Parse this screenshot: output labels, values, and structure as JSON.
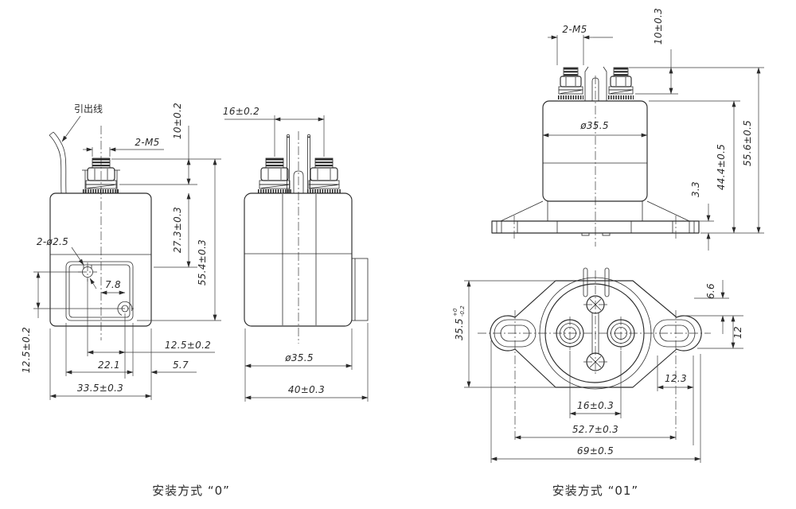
{
  "captions": {
    "left": "安装方式 “0”",
    "right": "安装方式 “01”"
  },
  "views": {
    "front0": {
      "labels": {
        "lead_wire": "引出线",
        "thread": "2-M5",
        "stud_height": "10±0.2",
        "upper_body_height": "27.3±0.3",
        "total_height": "55.4±0.3",
        "mount_holes": "2-ø2.5",
        "hole_offset": "7.8",
        "hole_spacing_v": "12.5±0.2",
        "hole_spacing_h": "12.5±0.2",
        "plate_width": "22.1",
        "edge_offset": "5.7",
        "body_width": "33.5±0.3"
      }
    },
    "side0": {
      "labels": {
        "terminal_spacing": "16±0.2",
        "body_dia": "ø35.5",
        "body_depth": "40±0.3"
      }
    },
    "side01": {
      "labels": {
        "thread": "2-M5",
        "stud_height": "10±0.3",
        "body_dia": "ø35.5",
        "flange_thickness": "3.3",
        "body_height": "44.4±0.5",
        "total_height": "55.6±0.5"
      }
    },
    "bottom01": {
      "labels": {
        "flange_width": "35.5",
        "flange_width_tol_up": "+0",
        "flange_width_tol_dn": "-0.2",
        "pin_offset": "6.6",
        "slot_height": "12",
        "slot_length": "12.3",
        "terminal_spacing": "16±0.3",
        "mount_hole_spacing": "52.7±0.3",
        "flange_length": "69±0.5"
      }
    }
  }
}
